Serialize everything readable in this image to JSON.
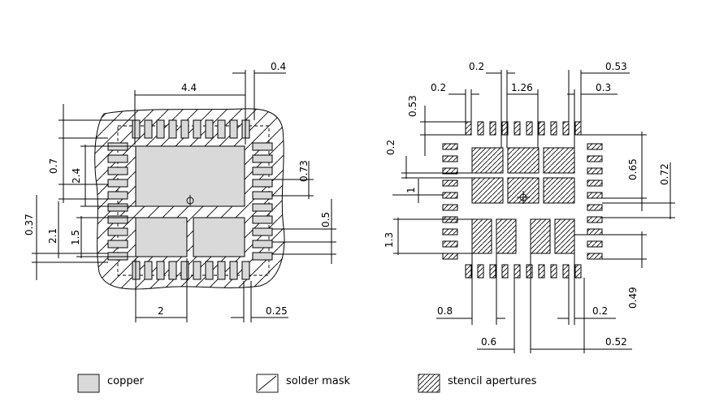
{
  "left_view": {
    "dimensions": {
      "width_44": "4.4",
      "pitch_04": "0.4",
      "d_07": "0.7",
      "d_24": "2.4",
      "d_073": "0.73",
      "d_05": "0.5",
      "d_037": "0.37",
      "d_21": "2.1",
      "d_15": "1.5",
      "d_2": "2",
      "d_025": "0.25"
    }
  },
  "right_view": {
    "dimensions": {
      "d_02_top": "0.2",
      "d_053_top": "0.53",
      "d_02_left": "0.2",
      "d_126": "1.26",
      "d_03": "0.3",
      "d_053_left": "0.53",
      "d_02_side": "0.2",
      "d_065": "0.65",
      "d_072": "0.72",
      "d_1": "1",
      "d_13": "1.3",
      "d_049": "0.49",
      "d_08": "0.8",
      "d_02_bottom": "0.2",
      "d_06": "0.6",
      "d_052": "0.52"
    }
  },
  "legend": {
    "copper": "copper",
    "solder_mask": "solder mask",
    "stencil": "stencil apertures"
  },
  "colors": {
    "copper_fill": "#d9d9d9",
    "stroke": "#000000",
    "background": "#ffffff"
  }
}
